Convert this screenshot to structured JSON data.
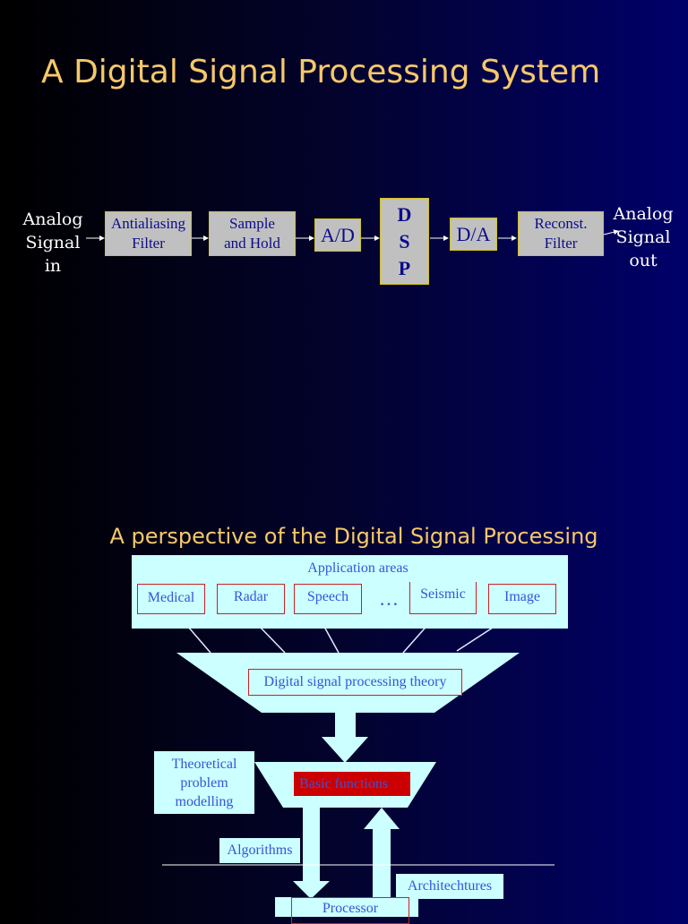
{
  "title": "A  Digital Signal Processing System",
  "block_diagram": {
    "input_label": [
      "Analog",
      "Signal",
      "in"
    ],
    "output_label": [
      "Analog",
      "Signal",
      "out"
    ],
    "blocks": {
      "antialiasing": [
        "Antialiasing",
        "Filter"
      ],
      "sample_hold": [
        "Sample",
        "and Hold"
      ],
      "ad": "A/D",
      "dsp": [
        "D",
        "S",
        "P"
      ],
      "da": "D/A",
      "reconst": [
        "Reconst.",
        "Filter"
      ]
    }
  },
  "perspective": {
    "title": "A perspective of the Digital Signal Processing",
    "application_areas": "Application areas",
    "areas": [
      "Medical",
      "Radar",
      "Speech",
      "Seismic",
      "Image"
    ],
    "ellipsis": "…",
    "theory": "Digital signal processing theory",
    "modelling": [
      "Theoretical",
      "problem",
      "modelling"
    ],
    "basic_functions": "Basic functions",
    "algorithms": "Algorithms",
    "architectures": "Architechtures",
    "processor": "Processor"
  },
  "colors": {
    "title": "#f6c86a",
    "block_fill": "#c0c0c0",
    "block_border": "#d4c21a",
    "block_text": "#0c0c8a",
    "light_cyan": "#ccffff",
    "blue_text": "#3355dd",
    "red_box": "#cc2222",
    "basic_functions_fill": "#cc0000"
  }
}
